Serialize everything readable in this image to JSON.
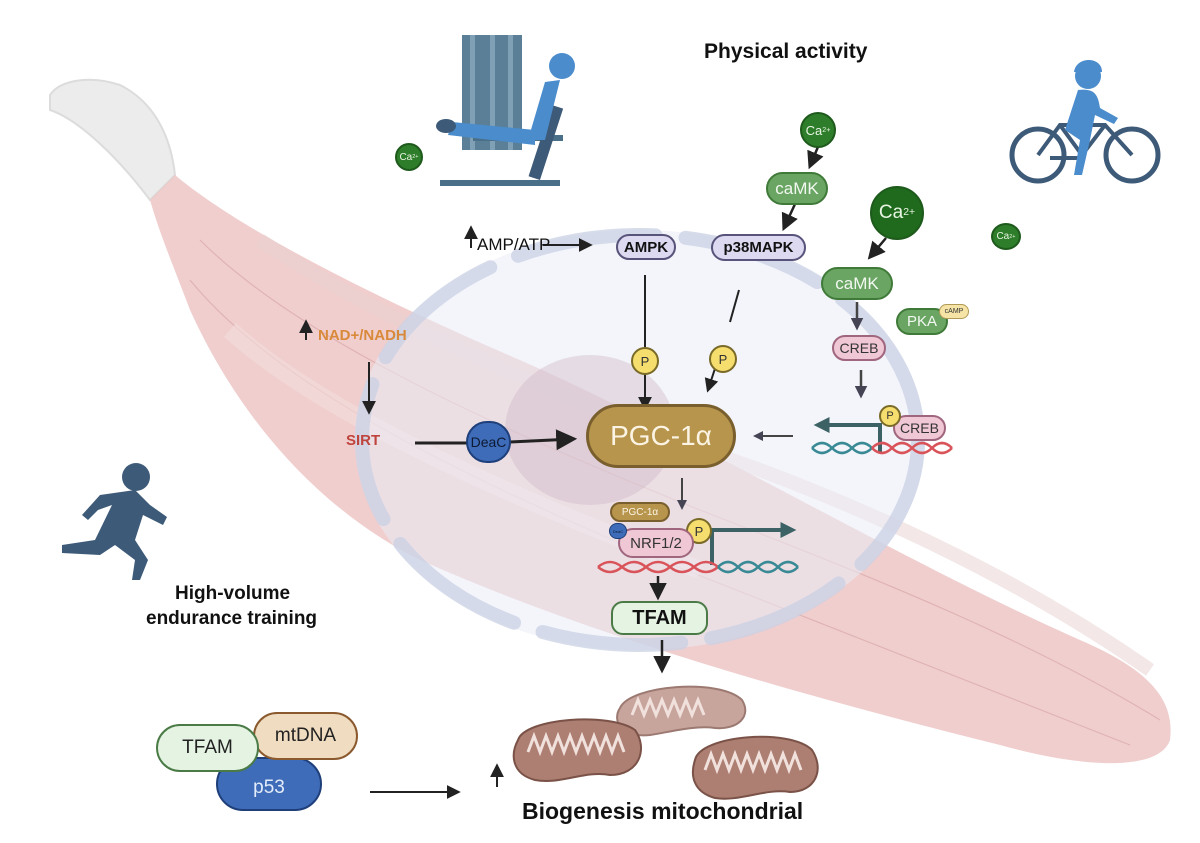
{
  "titles": {
    "physical_activity": "Physical activity",
    "high_volume_line1": "High-volume",
    "high_volume_line2": "endurance training",
    "biogenesis": "Biogenesis mitochondrial"
  },
  "signals": {
    "amp_atp": "AMP/ATP",
    "nad_nadh": "NAD+/NADH",
    "sirt": "SIRT",
    "deac": "DeaC",
    "deac_small": "DeaC",
    "ca_base": "Ca",
    "ca_charge": "2+"
  },
  "proteins": {
    "ampk": "AMPK",
    "p38mapk": "p38MAPK",
    "camk_top": "caMK",
    "camk_right": "caMK",
    "pka": "PKA",
    "camp": "cAMP",
    "creb": "CREB",
    "creb_dna": "CREB",
    "pgc1a": "PGC-1α",
    "pgc1a_small": "PGC-1α",
    "nrf12": "NRF1/2",
    "tfam": "TFAM",
    "p": "P"
  },
  "complex": {
    "tfam": "TFAM",
    "mtdna": "mtDNA",
    "p53": "p53"
  },
  "icons": {
    "leg_press": "leg-press-exercise-icon",
    "cyclist": "cyclist-icon",
    "runner": "runner-icon",
    "mitochondria": "mitochondrion-icon"
  },
  "colors": {
    "muscle": "#e8b9b9",
    "nucleus": "#e6eaf4",
    "pgc1a": "#b8954c",
    "calcium": "#2e7d2a",
    "camk": "#6aa564",
    "kinase": "#dcd9f0",
    "creb": "#f0c7d4",
    "p53": "#3f6cb8",
    "nad_text": "#d9893a",
    "sirt_text": "#c0443e",
    "icon_blue": "#4a8ccc",
    "icon_dark": "#3d5a78",
    "dna_red": "#d9545a",
    "dna_teal": "#3a8a96"
  }
}
